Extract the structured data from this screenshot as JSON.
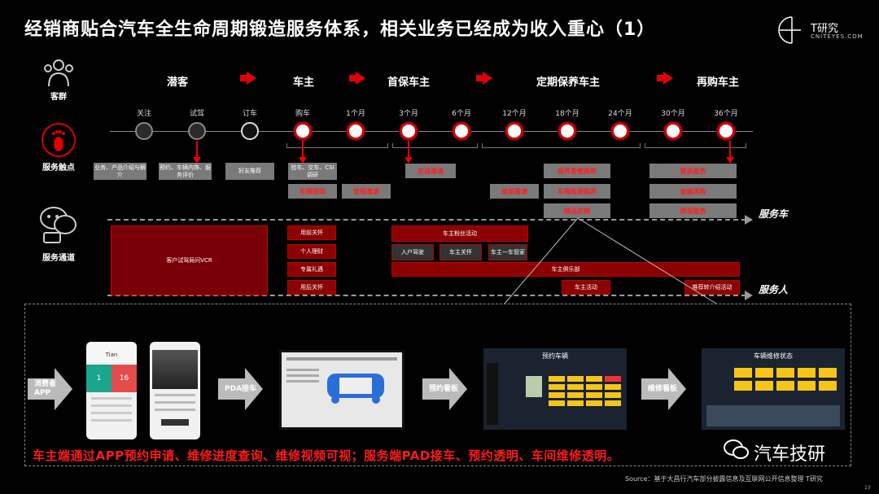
{
  "title": "经销商贴合汽车全生命周期锻造服务体系，相关业务已经成为收入重心（1）",
  "logo": {
    "name": "T研究",
    "subname": "CNITEYES.COM"
  },
  "side_labels": {
    "customers": "客群",
    "touchpoints": "服务触点",
    "channels": "服务通道"
  },
  "stages": [
    "潜客",
    "车主",
    "首保车主",
    "定期保养车主",
    "再购车主"
  ],
  "timeline": [
    "关注",
    "试驾",
    "订车",
    "购车",
    "1个月",
    "3个月",
    "6个月",
    "12个月",
    "18个月",
    "24个月",
    "30个月",
    "36个月"
  ],
  "touchpoints": {
    "b1": "业务、产品介绍与解介",
    "b2": "预约、车辆内饰、服务评价",
    "b3": "好友推荐",
    "b4": "验车、交车、CSI调研",
    "r1": "车辆保险",
    "r2": "首保邀请",
    "r3": "定保邀请",
    "r4": "保养套餐推荐",
    "r5": "续保邀请",
    "r6": "车辆检测保养",
    "r7": "精品促销",
    "r8": "置换服务",
    "r9": "金融再购",
    "r10": "续保服务"
  },
  "channels": {
    "vcr": "客户试驾局问VCR",
    "c1": "用前关怀",
    "c2": "个人理财",
    "c3": "专属礼遇",
    "c4": "用后关怀",
    "activity1": "车主粉丝活动",
    "s1": "入户驾驶",
    "s2": "车主关怀",
    "s3": "车主一车管家",
    "club": "车主俱乐部",
    "activity2": "车主活动",
    "recommend": "推荐转介绍活动"
  },
  "lanes": {
    "vehicle": "服务车",
    "person": "服务人"
  },
  "flow": {
    "consumer_app": "消费者APP",
    "pad": "PDA接车",
    "appointment_board": "预约看板",
    "repair_board": "维修看板"
  },
  "screens": {
    "phone1_name": "Tian",
    "phone1_stat1": "1",
    "phone1_stat2": "16",
    "board1_title": "预约车辆",
    "board2_title": "车辆维修状态"
  },
  "summary": "车主端通过APP预约申请、维修进度查询、维修视频可视；服务端PAD接车、预约透明、车间维修透明。",
  "brand": "汽车技研",
  "source": "Source：基于大昌行汽车部分披露信息及互联网公开信息整理 T研究",
  "page": "13",
  "colors": {
    "accent": "#e0000a",
    "dark_red": "#8b0000",
    "gray_box": "#7a7a7a"
  }
}
